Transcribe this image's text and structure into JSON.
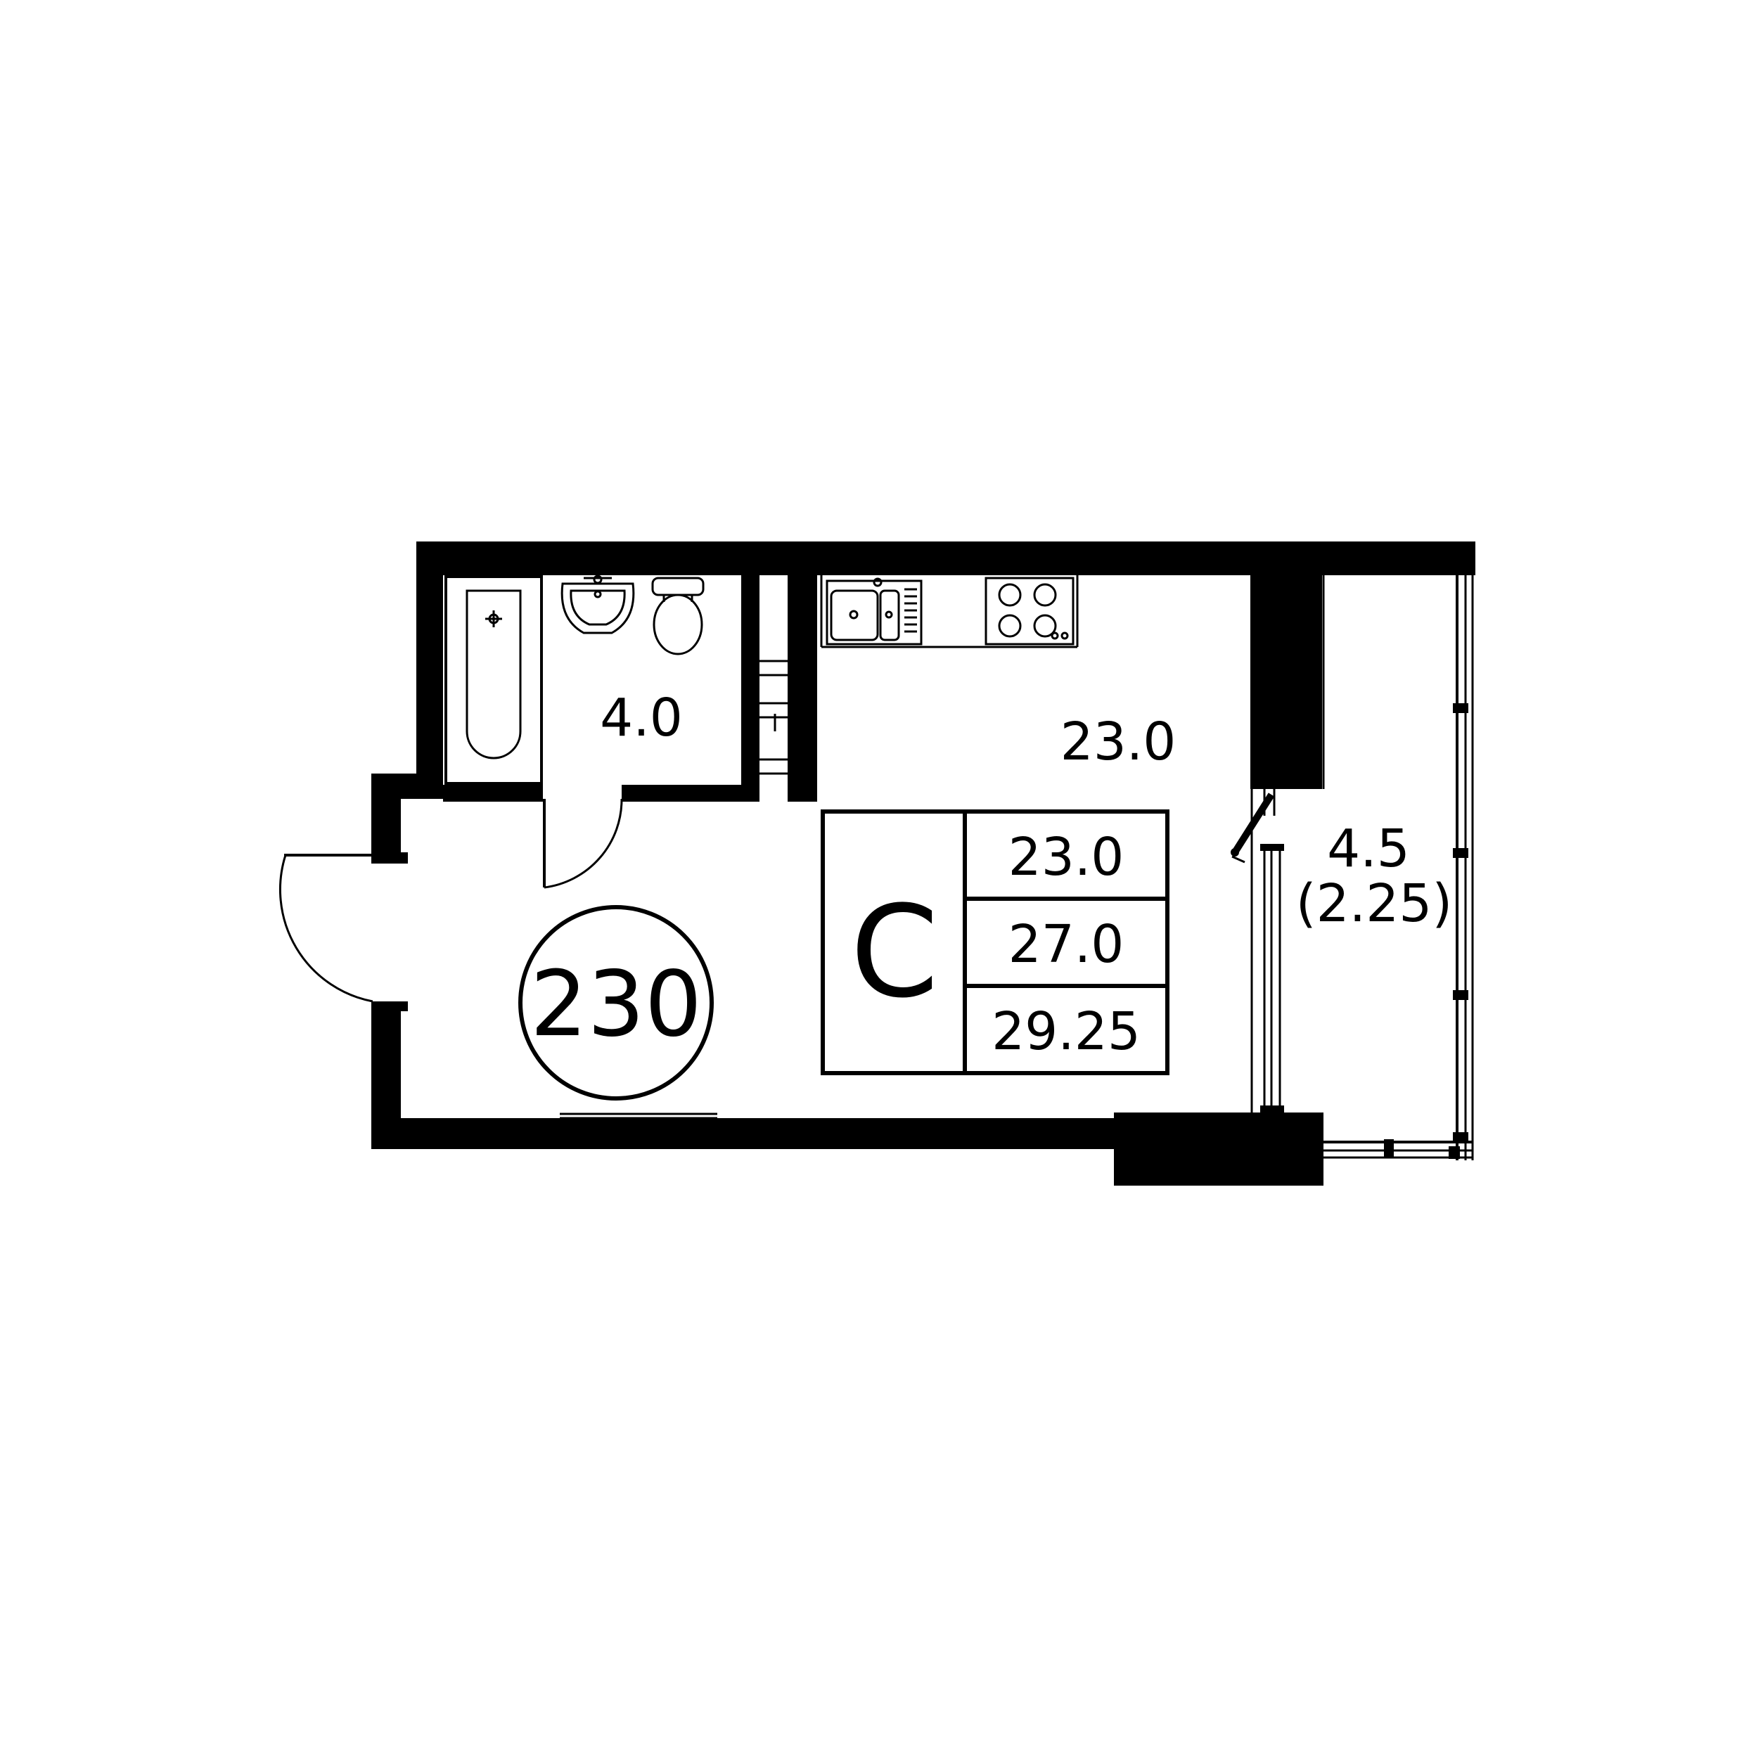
{
  "apartment": {
    "number": "230",
    "type_letter": "С"
  },
  "rooms": {
    "bathroom_area": "4.0",
    "living_area_label": "23.0",
    "balcony_area": "4.5",
    "balcony_area_reduced": "(2.25)"
  },
  "summary_table": {
    "living_area": "23.0",
    "total_area": "27.0",
    "total_with_balcony": "29.25"
  },
  "colors": {
    "walls": "#000000",
    "background": "#ffffff"
  }
}
